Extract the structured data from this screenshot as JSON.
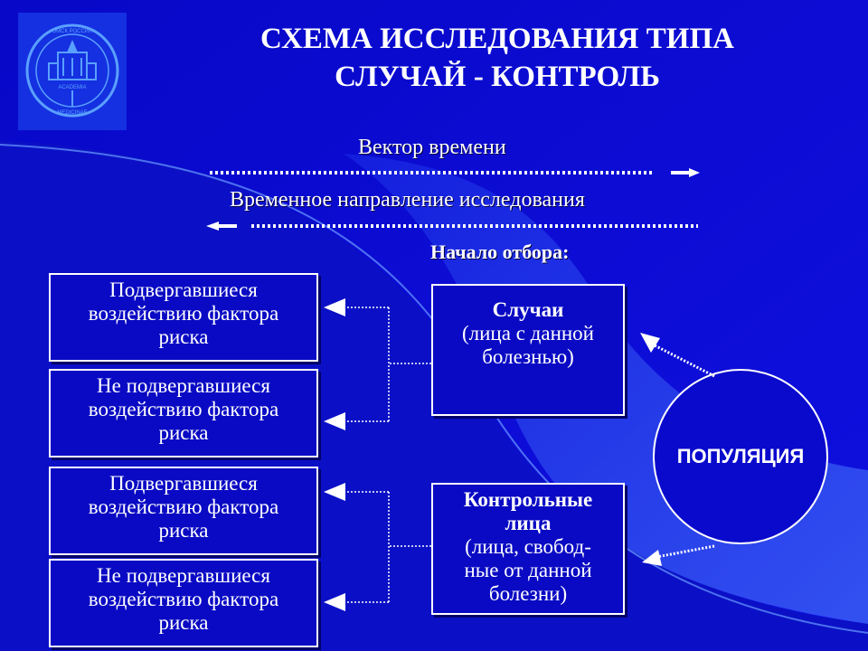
{
  "title": {
    "line1": "СХЕМА ИССЛЕДОВАНИЯ ТИПА",
    "line2": "СЛУЧАЙ - КОНТРОЛЬ"
  },
  "logo": {
    "text_top": "ОМСК РОССИЯ",
    "text_mid": "ACADEMIA",
    "text_bottom": "MEDICINAE"
  },
  "time_vector": {
    "label": "Вектор времени"
  },
  "study_direction": {
    "label": "Временное направление исследования"
  },
  "selection_start": {
    "label": "Начало отбора:"
  },
  "left_boxes": [
    {
      "line1": "Подвергавшиеся",
      "line2": "воздействию фактора",
      "line3": "риска"
    },
    {
      "line1": "Не подвергавшиеся",
      "line2": "воздействию фактора",
      "line3": "риска"
    },
    {
      "line1": "Подвергавшиеся",
      "line2": "воздействию фактора",
      "line3": "риска"
    },
    {
      "line1": "Не подвергавшиеся",
      "line2": "воздействию фактора",
      "line3": "риска"
    }
  ],
  "cases": {
    "title": "Случаи",
    "line1": "(лица с данной",
    "line2": "болезнью)"
  },
  "controls": {
    "title1": "Контрольные",
    "title2": "лица",
    "line1": "(лица, свобод-",
    "line2": "ные от данной",
    "line3": "болезни)"
  },
  "population": {
    "label": "ПОПУЛЯЦИЯ"
  },
  "colors": {
    "background": "#0a0ad0",
    "text": "#ffffff",
    "accent_light": "#5a8cff"
  }
}
